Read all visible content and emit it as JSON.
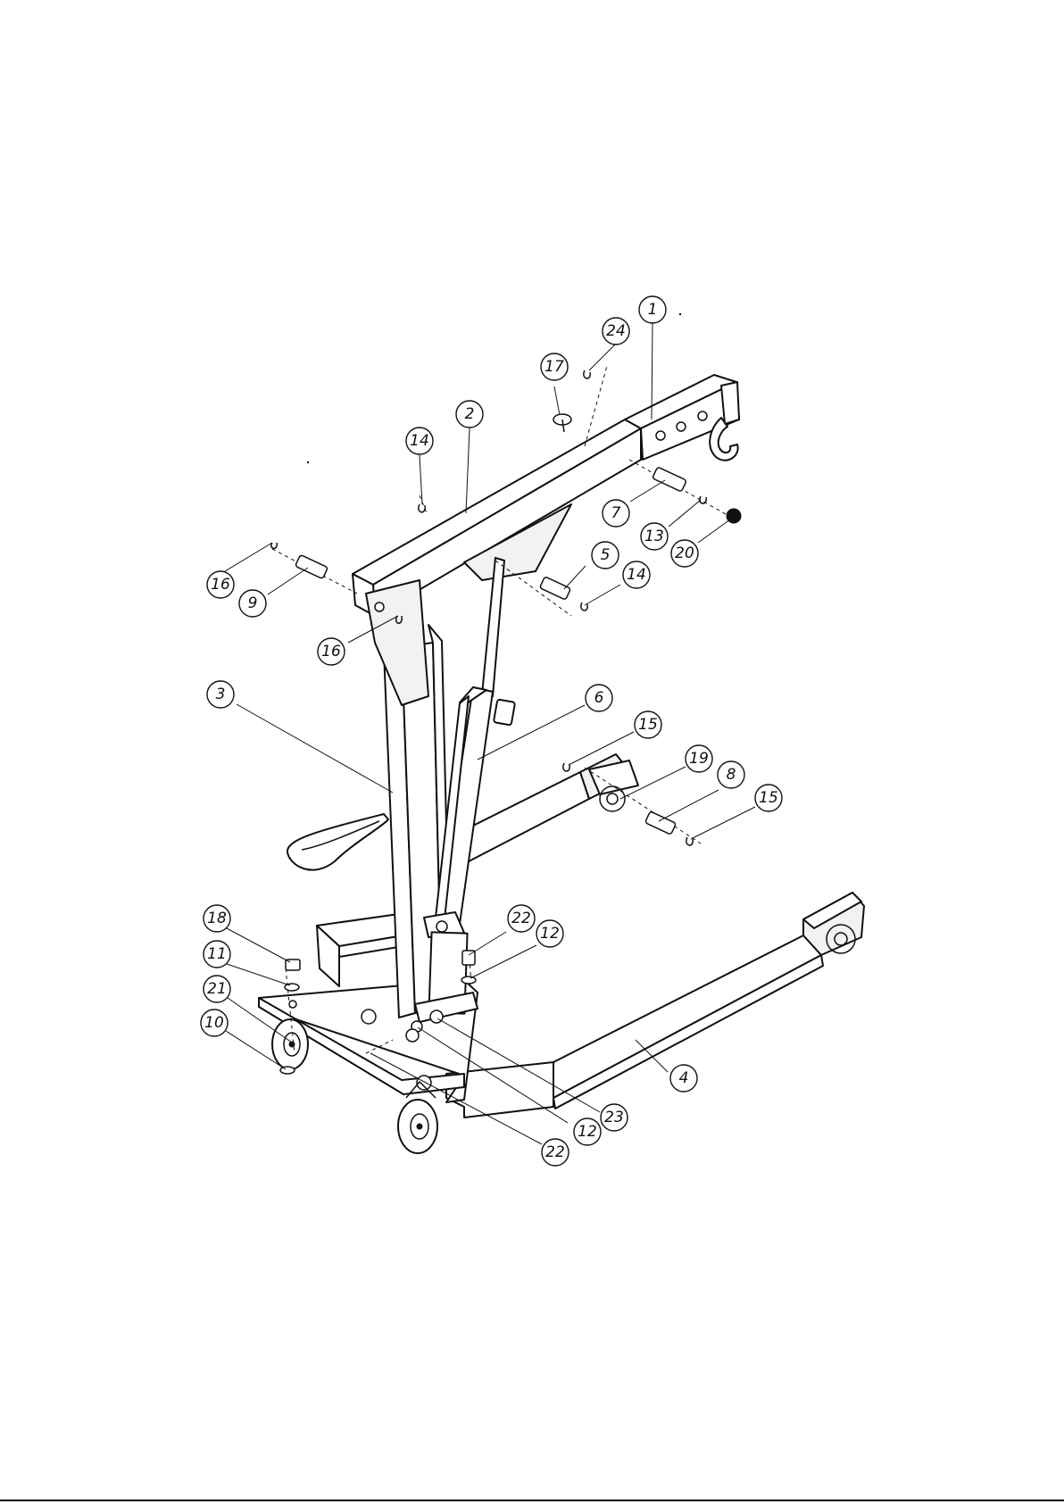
{
  "diagram": {
    "type": "exploded parts drawing",
    "callouts": [
      {
        "id": "c1",
        "label": "1"
      },
      {
        "id": "c24",
        "label": "24"
      },
      {
        "id": "c17",
        "label": "17"
      },
      {
        "id": "c2",
        "label": "2"
      },
      {
        "id": "c14a",
        "label": "14"
      },
      {
        "id": "c7",
        "label": "7"
      },
      {
        "id": "c13",
        "label": "13"
      },
      {
        "id": "c20",
        "label": "20"
      },
      {
        "id": "c5",
        "label": "5"
      },
      {
        "id": "c14b",
        "label": "14"
      },
      {
        "id": "c16a",
        "label": "16"
      },
      {
        "id": "c9",
        "label": "9"
      },
      {
        "id": "c16b",
        "label": "16"
      },
      {
        "id": "c3",
        "label": "3"
      },
      {
        "id": "c6",
        "label": "6"
      },
      {
        "id": "c15a",
        "label": "15"
      },
      {
        "id": "c19",
        "label": "19"
      },
      {
        "id": "c8",
        "label": "8"
      },
      {
        "id": "c15b",
        "label": "15"
      },
      {
        "id": "c18",
        "label": "18"
      },
      {
        "id": "c22a",
        "label": "22"
      },
      {
        "id": "c12a",
        "label": "12"
      },
      {
        "id": "c11",
        "label": "11"
      },
      {
        "id": "c21",
        "label": "21"
      },
      {
        "id": "c10",
        "label": "10"
      },
      {
        "id": "c4",
        "label": "4"
      },
      {
        "id": "c23",
        "label": "23"
      },
      {
        "id": "c12b",
        "label": "12"
      },
      {
        "id": "c22b",
        "label": "22"
      }
    ]
  }
}
